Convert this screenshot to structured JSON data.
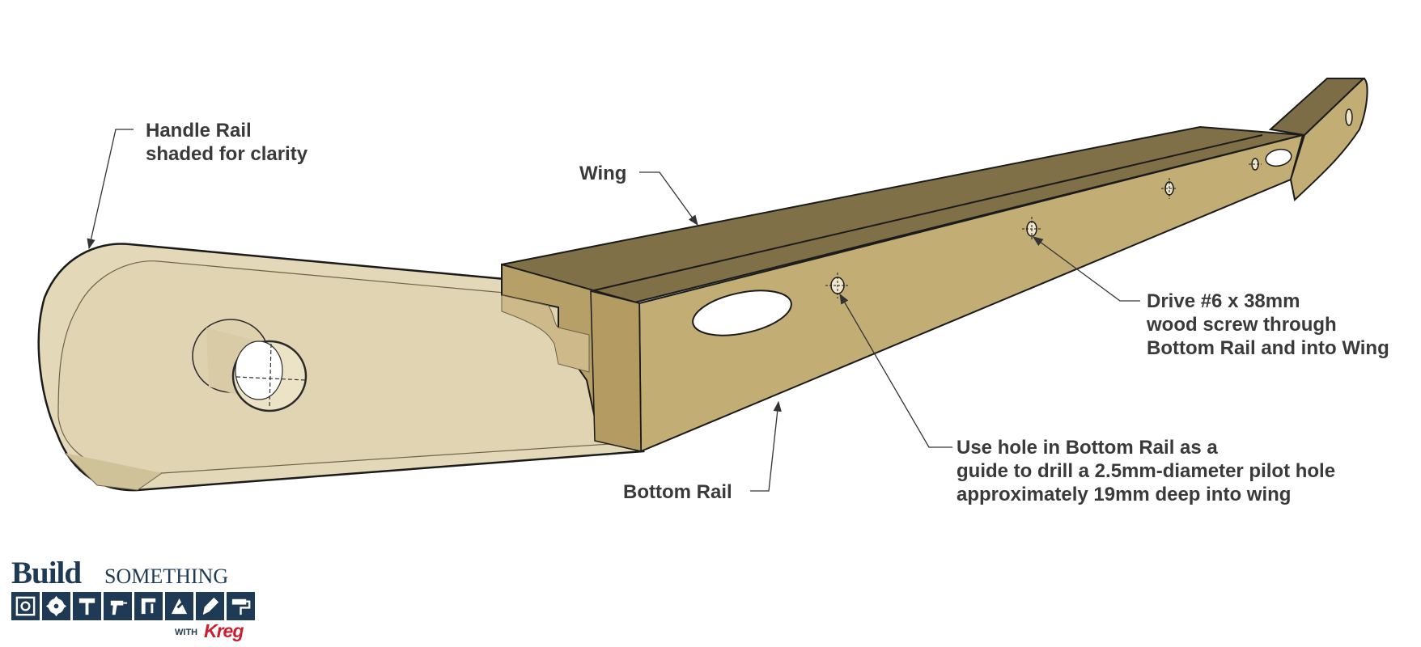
{
  "callouts": {
    "handle_rail": {
      "line1": "Handle Rail",
      "line2": "shaded for clarity"
    },
    "wing": {
      "label": "Wing"
    },
    "bottom_rail": {
      "label": "Bottom Rail"
    },
    "screw_note": {
      "line1": "Drive #6 x 38mm",
      "line2": "wood screw through",
      "line3": "Bottom Rail and into Wing"
    },
    "pilot_note": {
      "line1": "Use hole in Bottom Rail as a",
      "line2": "guide to drill a 2.5mm-diameter pilot hole",
      "line3": "approximately 19mm deep into wing"
    }
  },
  "logo": {
    "build": "Build",
    "something": "SOMETHING",
    "with": "WITH",
    "kreg": "Kreg"
  },
  "colors": {
    "handle_face": "#e2d7b6",
    "handle_edge": "#cdbf95",
    "rail_front": "#c2ad74",
    "rail_top": "#7d6d46",
    "rail_end": "#b6a067",
    "logo_blue": "#1f3a55",
    "logo_red": "#c8202f"
  }
}
